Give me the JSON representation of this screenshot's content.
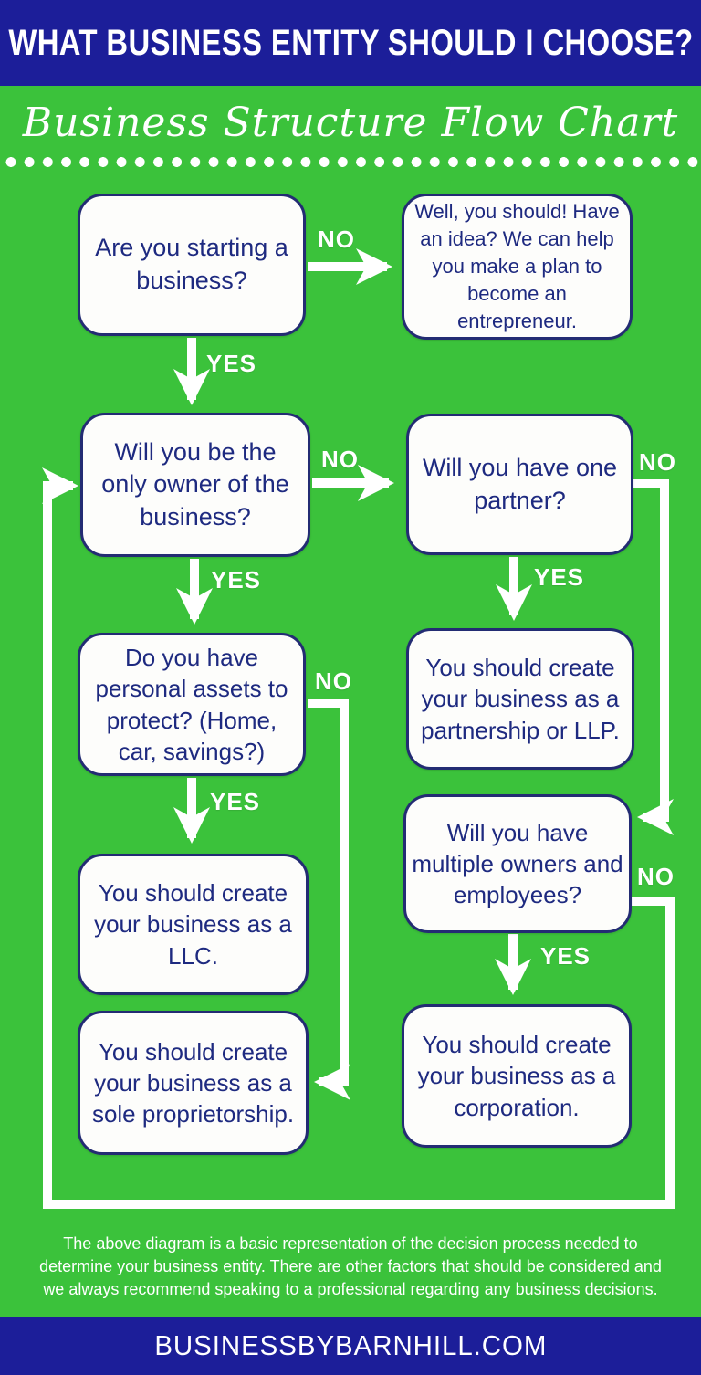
{
  "header": {
    "title": "WHAT BUSINESS ENTITY SHOULD I CHOOSE?"
  },
  "subtitle": "Business Structure Flow Chart",
  "flowchart": {
    "nodes": [
      {
        "id": "start",
        "text": "Are you starting a business?"
      },
      {
        "id": "not-starting-advice",
        "text": "Well, you should! Have an idea? We can help you make a plan to become an entrepreneur."
      },
      {
        "id": "only-owner",
        "text": "Will you be the only owner of the business?"
      },
      {
        "id": "one-partner",
        "text": "Will you have one partner?"
      },
      {
        "id": "personal-assets",
        "text": "Do you have personal assets to protect? (Home, car, savings?)"
      },
      {
        "id": "partnership-llp",
        "text": "You should create your business as a partnership or LLP."
      },
      {
        "id": "multiple-owners",
        "text": "Will you have multiple owners and employees?"
      },
      {
        "id": "llc",
        "text": "You should create your business as a LLC."
      },
      {
        "id": "sole-proprietorship",
        "text": "You should create your business as a sole proprietorship."
      },
      {
        "id": "corporation",
        "text": "You should create your business as a corporation."
      }
    ],
    "edge_labels": [
      {
        "id": "start-no",
        "label": "NO"
      },
      {
        "id": "start-yes",
        "label": "YES"
      },
      {
        "id": "owner-no",
        "label": "NO"
      },
      {
        "id": "owner-yes",
        "label": "YES"
      },
      {
        "id": "partner-yes",
        "label": "YES"
      },
      {
        "id": "partner-no",
        "label": "NO"
      },
      {
        "id": "assets-no",
        "label": "NO"
      },
      {
        "id": "assets-yes",
        "label": "YES"
      },
      {
        "id": "multi-yes",
        "label": "YES"
      },
      {
        "id": "multi-no",
        "label": "NO"
      }
    ]
  },
  "disclaimer": {
    "lines": [
      "The above diagram is a basic representation of the decision process needed to",
      "determine your business entity. There are other factors that should be considered and",
      "we always recommend speaking to a professional regarding any business decisions."
    ]
  },
  "footer": {
    "site": "BUSINESSBYBARNHILL.COM"
  },
  "colors": {
    "navy": "#1c1e99",
    "green": "#3bc23b",
    "box_fill": "#fdfdfb",
    "box_border": "#232c73",
    "box_text": "#1e2a80",
    "arrow_white": "#ffffff"
  }
}
